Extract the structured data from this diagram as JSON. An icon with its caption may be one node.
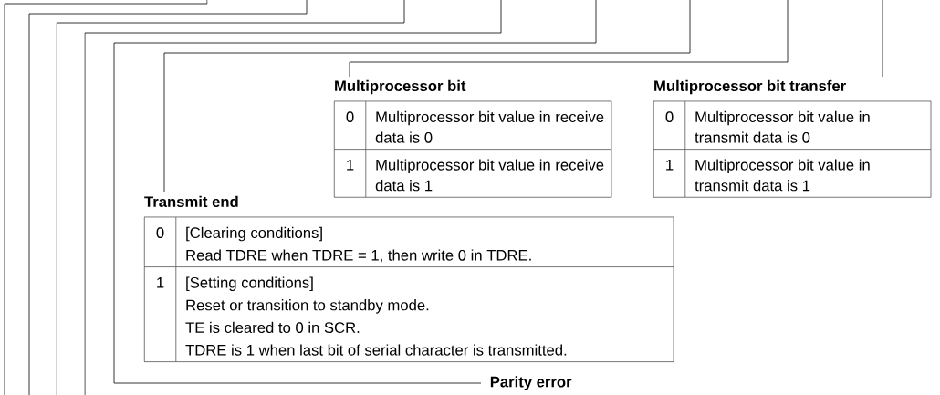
{
  "diagram": {
    "nodes": [
      {
        "text": [
          "Multiprocessor bit",
          "0",
          "Multiprocessor bit value in receive data is 0",
          "1",
          "Multiprocessor bit value in receive data is 1"
        ]
      },
      {
        "text": [
          "Multiprocessor bit transfer",
          "0",
          "Multiprocessor bit value in transmit data is 0",
          "1",
          "Multiprocessor bit value in transmit data is 1"
        ]
      },
      {
        "text": [
          "Transmit end",
          "0",
          "[Clearing conditions]",
          "Read TDRE when TDRE = 1, then write 0 in TDRE.",
          "1",
          "[Setting conditions]",
          "Reset or transition to standby mode.",
          "TE is cleared to 0 in SCR.",
          "TDRE is 1 when last bit of serial character is transmitted."
        ]
      },
      {
        "text": [
          "Parity error"
        ]
      }
    ],
    "edges": [
      {
        "from": null,
        "to": 0,
        "arrow": "none"
      },
      {
        "from": null,
        "to": 1,
        "arrow": "none"
      },
      {
        "from": null,
        "to": 2,
        "arrow": "none"
      },
      {
        "from": null,
        "to": 3,
        "arrow": "none"
      }
    ]
  }
}
